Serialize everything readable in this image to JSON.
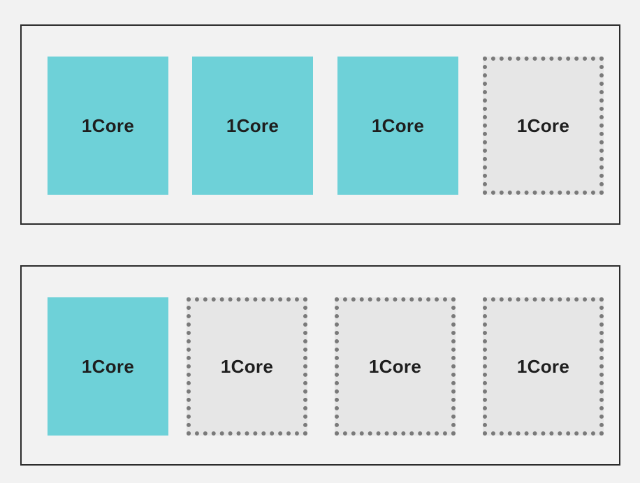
{
  "colors": {
    "allocated_core": "#6ed1d8",
    "available_core_fill": "#e6e6e6",
    "available_core_border": "#7a7a7a",
    "group_border": "#2b2b2b",
    "background": "#f2f2f2"
  },
  "groups": [
    {
      "cores": [
        {
          "label": "1Core",
          "state": "allocated"
        },
        {
          "label": "1Core",
          "state": "allocated"
        },
        {
          "label": "1Core",
          "state": "allocated"
        },
        {
          "label": "1Core",
          "state": "available"
        }
      ]
    },
    {
      "cores": [
        {
          "label": "1Core",
          "state": "allocated"
        },
        {
          "label": "1Core",
          "state": "available"
        },
        {
          "label": "1Core",
          "state": "available"
        },
        {
          "label": "1Core",
          "state": "available"
        }
      ]
    }
  ]
}
